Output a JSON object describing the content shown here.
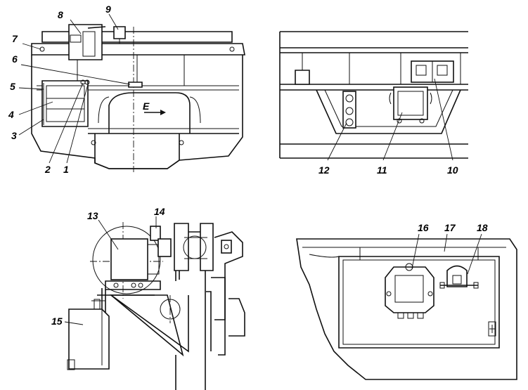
{
  "labels": {
    "l1": "1",
    "l2": "2",
    "l3": "3",
    "l4": "4",
    "l5": "5",
    "l6": "6",
    "l7": "7",
    "l8": "8",
    "l9": "9",
    "l10": "10",
    "l11": "11",
    "l12": "12",
    "l13": "13",
    "l14": "14",
    "l15": "15",
    "l16": "16",
    "l17": "17",
    "l18": "18"
  },
  "direction_label": "E"
}
